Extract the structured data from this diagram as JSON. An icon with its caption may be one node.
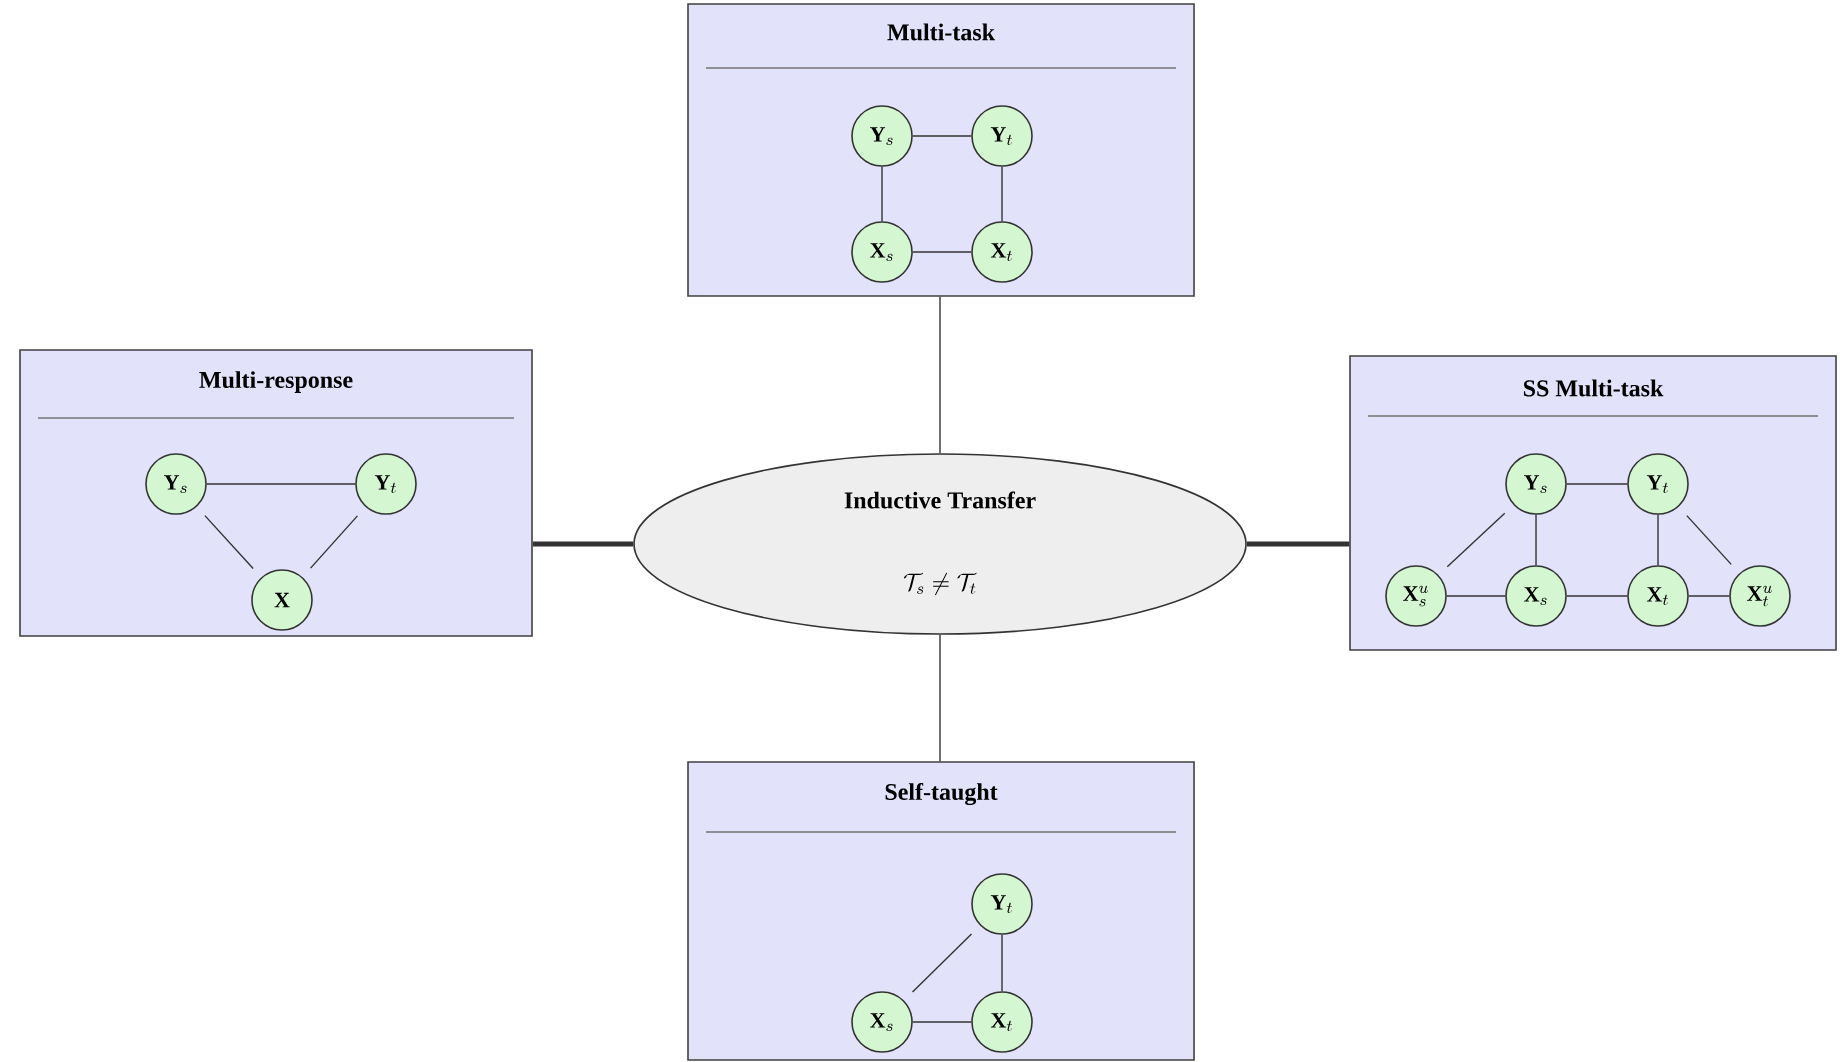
{
  "diagram": {
    "nodes": [
      {
        "text": [
          "Multi-task"
        ]
      },
      {
        "text": [
          "\\mathbf{Y}_s"
        ],
        "in": 0
      },
      {
        "text": [
          "\\mathbf{Y}_t"
        ],
        "in": 0
      },
      {
        "text": [
          "\\mathbf{X}_s"
        ],
        "in": 0
      },
      {
        "text": [
          "\\mathbf{X}_t"
        ],
        "in": 0
      },
      {
        "text": [
          "Multi-response"
        ]
      },
      {
        "text": [
          "\\mathbf{Y}_s"
        ],
        "in": 5
      },
      {
        "text": [
          "\\mathbf{Y}_t"
        ],
        "in": 5
      },
      {
        "text": [
          "\\mathbf{X}"
        ],
        "in": 5
      },
      {
        "text": [
          "Inductive Transfer",
          "\\mathcal{T}_s \\neq \\mathcal{T}_t"
        ]
      },
      {
        "text": [
          "SS Multi-task"
        ]
      },
      {
        "text": [
          "\\mathbf{Y}_s"
        ],
        "in": 10
      },
      {
        "text": [
          "\\mathbf{Y}_t"
        ],
        "in": 10
      },
      {
        "text": [
          "\\mathbf{X}_s^u"
        ],
        "in": 10
      },
      {
        "text": [
          "\\mathbf{X}_s"
        ],
        "in": 10
      },
      {
        "text": [
          "\\mathbf{X}_t"
        ],
        "in": 10
      },
      {
        "text": [
          "\\mathbf{X}_t^u"
        ],
        "in": 10
      },
      {
        "text": [
          "Self-taught"
        ]
      },
      {
        "text": [
          "\\mathbf{Y}_t"
        ],
        "in": 17
      },
      {
        "text": [
          "\\mathbf{X}_s"
        ],
        "in": 17
      },
      {
        "text": [
          "\\mathbf{X}_t"
        ],
        "in": 17
      }
    ],
    "edges": [
      {
        "from": 9,
        "to": 0,
        "arrow": "none"
      },
      {
        "from": 9,
        "to": 5,
        "arrow": "none",
        "style": "thick"
      },
      {
        "from": 9,
        "to": 10,
        "arrow": "none",
        "style": "thick"
      },
      {
        "from": 9,
        "to": 17,
        "arrow": "none"
      },
      {
        "from": 1,
        "to": 2,
        "arrow": "none"
      },
      {
        "from": 1,
        "to": 3,
        "arrow": "none"
      },
      {
        "from": 2,
        "to": 4,
        "arrow": "none"
      },
      {
        "from": 3,
        "to": 4,
        "arrow": "none"
      },
      {
        "from": 6,
        "to": 7,
        "arrow": "none"
      },
      {
        "from": 6,
        "to": 8,
        "arrow": "none"
      },
      {
        "from": 7,
        "to": 8,
        "arrow": "none"
      },
      {
        "from": 11,
        "to": 12,
        "arrow": "none"
      },
      {
        "from": 11,
        "to": 13,
        "arrow": "none"
      },
      {
        "from": 11,
        "to": 14,
        "arrow": "none"
      },
      {
        "from": 12,
        "to": 15,
        "arrow": "none"
      },
      {
        "from": 12,
        "to": 16,
        "arrow": "none"
      },
      {
        "from": 13,
        "to": 14,
        "arrow": "none"
      },
      {
        "from": 14,
        "to": 15,
        "arrow": "none"
      },
      {
        "from": 15,
        "to": 16,
        "arrow": "none"
      },
      {
        "from": 18,
        "to": 19,
        "arrow": "none"
      },
      {
        "from": 18,
        "to": 20,
        "arrow": "none"
      },
      {
        "from": 19,
        "to": 20,
        "arrow": "none"
      }
    ]
  }
}
